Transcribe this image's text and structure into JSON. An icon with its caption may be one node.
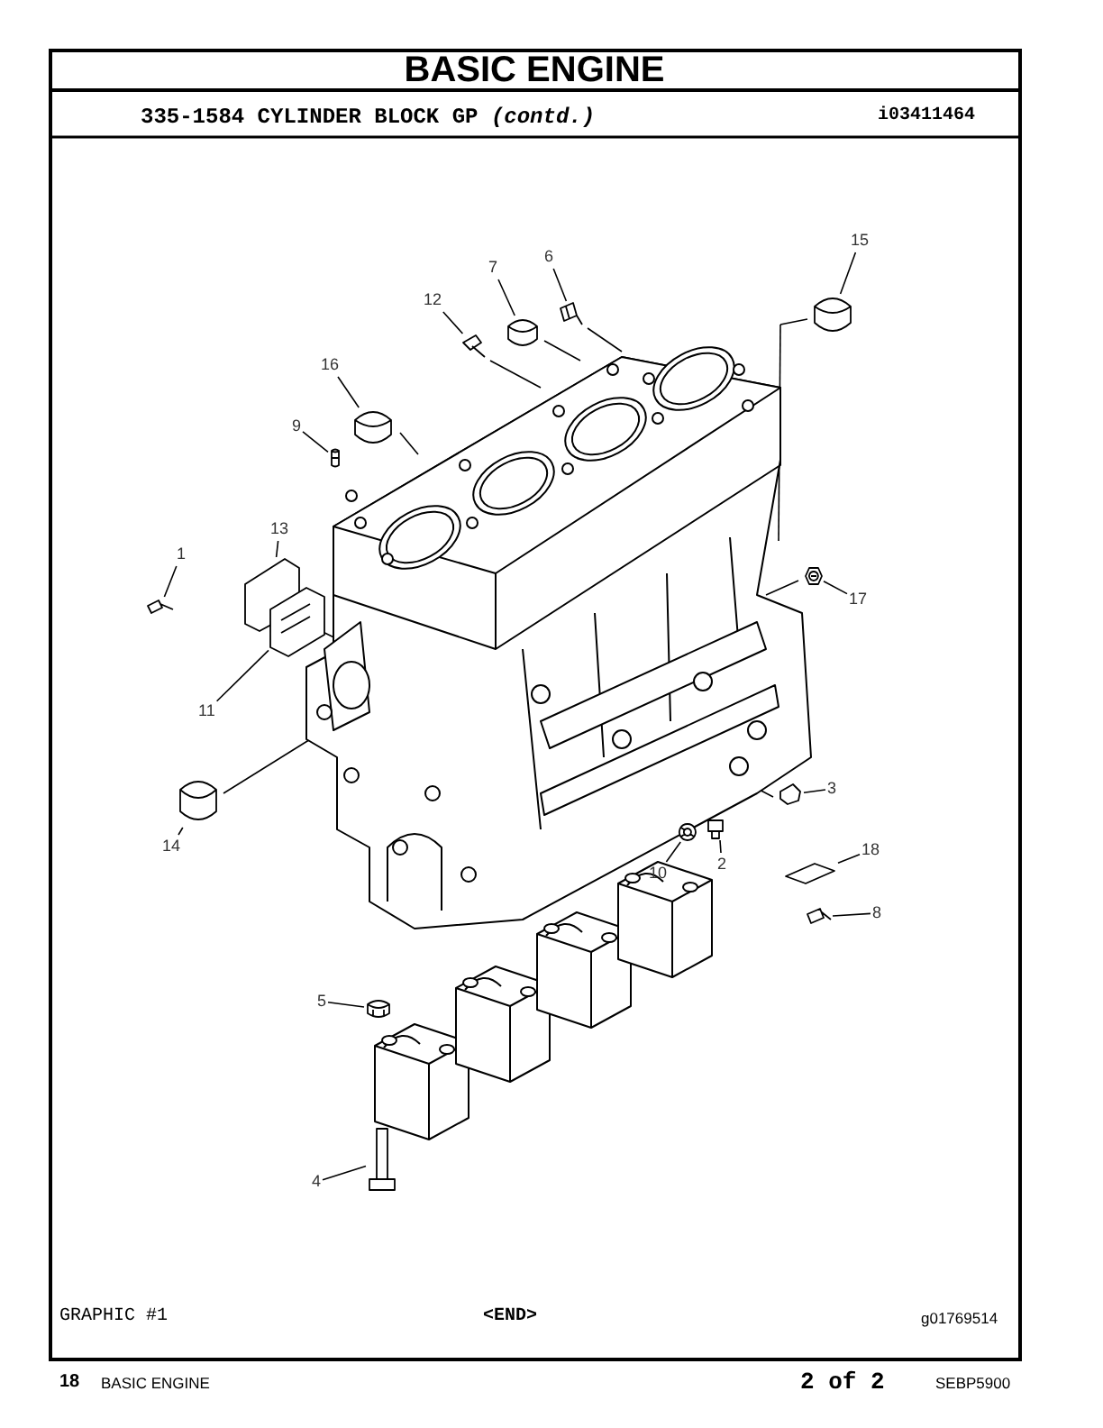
{
  "diagram": {
    "title": "BASIC ENGINE",
    "nodes": [
      {
        "text": [
          "1"
        ]
      },
      {
        "text": [
          "13"
        ]
      },
      {
        "text": [
          "12"
        ]
      },
      {
        "text": [
          "7"
        ]
      },
      {
        "text": [
          "6"
        ]
      },
      {
        "text": [
          "15"
        ]
      },
      {
        "text": [
          "16"
        ]
      },
      {
        "text": [
          "9"
        ]
      },
      {
        "text": [
          "11"
        ]
      },
      {
        "text": [
          "14"
        ]
      },
      {
        "text": [
          "17"
        ]
      },
      {
        "text": [
          "3"
        ]
      },
      {
        "text": [
          "10"
        ]
      },
      {
        "text": [
          "2"
        ]
      },
      {
        "text": [
          "18"
        ]
      },
      {
        "text": [
          "8"
        ]
      },
      {
        "text": [
          "5"
        ]
      },
      {
        "text": [
          "4"
        ]
      },
      {
        "text": [],
        "shape": "picture"
      },
      {
        "text": [],
        "shape": "picture"
      },
      {
        "text": [],
        "shape": "picture"
      },
      {
        "text": [],
        "shape": "picture"
      },
      {
        "text": [],
        "shape": "picture"
      },
      {
        "text": [],
        "shape": "picture"
      },
      {
        "text": [],
        "shape": "picture"
      },
      {
        "text": [],
        "shape": "picture"
      },
      {
        "text": [],
        "shape": "picture"
      },
      {
        "text": [],
        "shape": "picture"
      },
      {
        "text": [],
        "shape": "picture"
      },
      {
        "text": [],
        "shape": "picture"
      },
      {
        "text": [],
        "shape": "picture"
      },
      {
        "text": [],
        "shape": "picture"
      },
      {
        "text": [],
        "shape": "picture"
      },
      {
        "text": [],
        "shape": "picture"
      },
      {
        "text": [],
        "shape": "picture"
      },
      {
        "text": [],
        "shape": "picture"
      }
    ],
    "edges": [
      {
        "from": 0,
        "to": 18,
        "arrow": "none"
      },
      {
        "from": 1,
        "to": 19,
        "arrow": "none"
      },
      {
        "from": 2,
        "to": 20,
        "arrow": "none"
      },
      {
        "from": 3,
        "to": 21,
        "arrow": "none"
      },
      {
        "from": 4,
        "to": 22,
        "arrow": "none"
      },
      {
        "from": 5,
        "to": 23,
        "arrow": "none"
      },
      {
        "from": 6,
        "to": 24,
        "arrow": "none"
      },
      {
        "from": 7,
        "to": 25,
        "arrow": "none"
      },
      {
        "from": 8,
        "to": 26,
        "arrow": "none"
      },
      {
        "from": 9,
        "to": 27,
        "arrow": "none"
      },
      {
        "from": 10,
        "to": 28,
        "arrow": "none"
      },
      {
        "from": 11,
        "to": 29,
        "arrow": "none"
      },
      {
        "from": 12,
        "to": 30,
        "arrow": "none"
      },
      {
        "from": 13,
        "to": 31,
        "arrow": "none"
      },
      {
        "from": 14,
        "to": 32,
        "arrow": "none"
      },
      {
        "from": 15,
        "to": 33,
        "arrow": "none"
      },
      {
        "from": 16,
        "to": 34,
        "arrow": "none"
      },
      {
        "from": 17,
        "to": 35,
        "arrow": "none"
      }
    ],
    "labels": [
      "335-1584 CYLINDER BLOCK GP *(contd.)*",
      "i03411464",
      "GRAPHIC #1",
      "<END>",
      "g01769514",
      "18",
      "BASIC ENGINE",
      "2 of 2",
      "SEBP5900"
    ]
  }
}
